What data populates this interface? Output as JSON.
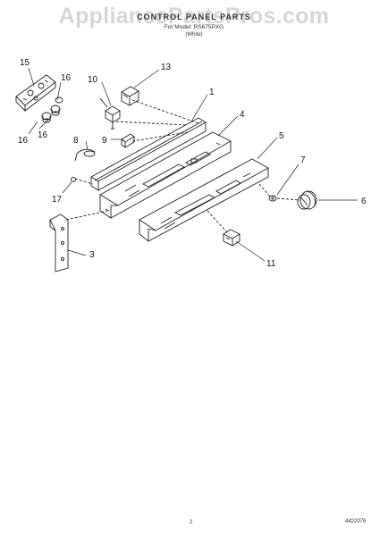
{
  "watermark": "AppliancePartsPros.com",
  "header": {
    "title": "CONTROL PANEL PARTS",
    "model_line": "For Model: RS675PXG",
    "color_line": "(White)"
  },
  "callouts": [
    "15",
    "16",
    "16",
    "16",
    "10",
    "13",
    "1",
    "4",
    "8",
    "9",
    "5",
    "7",
    "17",
    "6",
    "3",
    "11"
  ],
  "footer": {
    "page_number": "2",
    "document_number": "4422076"
  }
}
